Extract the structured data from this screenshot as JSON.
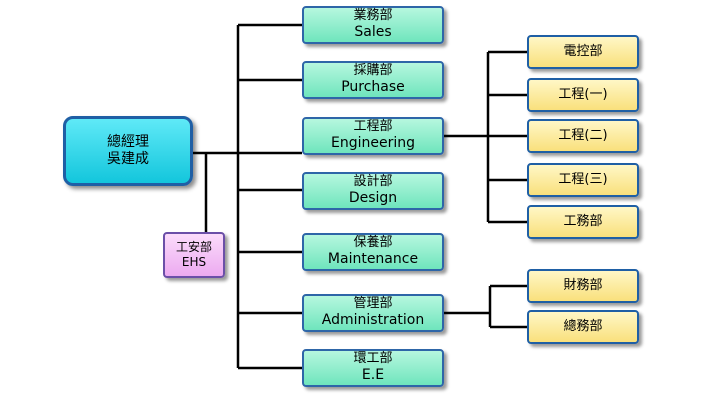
{
  "general_manager": {
    "title": "總經理",
    "name": "吳建成"
  },
  "ehs": {
    "zh": "工安部",
    "en": "EHS"
  },
  "departments": [
    {
      "zh": "業務部",
      "en": "Sales"
    },
    {
      "zh": "採購部",
      "en": "Purchase"
    },
    {
      "zh": "工程部",
      "en": "Engineering"
    },
    {
      "zh": "設計部",
      "en": "Design"
    },
    {
      "zh": "保養部",
      "en": "Maintenance"
    },
    {
      "zh": "管理部",
      "en": "Administration"
    },
    {
      "zh": "環工部",
      "en": "E.E"
    }
  ],
  "engineering_subunits": [
    "電控部",
    "工程(一)",
    "工程(二)",
    "工程(三)",
    "工務部"
  ],
  "administration_subunits": [
    "財務部",
    "總務部"
  ],
  "colors": {
    "gm_fill": "#13c6dc",
    "dept_fill": "#6fe5bd",
    "sub_fill": "#f9e07c",
    "ehs_fill": "#ecaaf0",
    "border": "#1f5fa5",
    "connector": "#000000"
  }
}
